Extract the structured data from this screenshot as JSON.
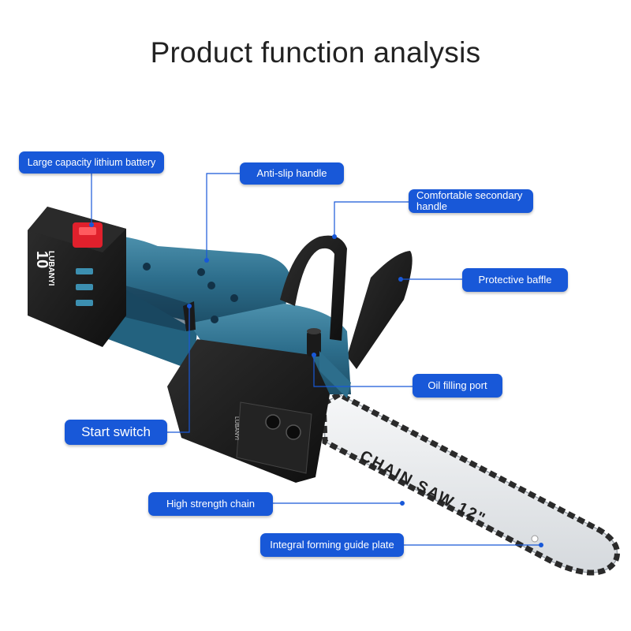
{
  "title": "Product function analysis",
  "callouts": {
    "battery": "Large capacity lithium battery",
    "anti_slip": "Anti-slip handle",
    "secondary": "Comfortable secondary handle",
    "baffle": "Protective baffle",
    "oil": "Oil filling port",
    "start": "Start switch",
    "chain": "High strength chain",
    "guide": "Integral forming guide plate"
  },
  "product": {
    "bar_print": "CHAIN SAW 12\"",
    "battery_print_main": "10",
    "battery_print_sub": "LUBANYI"
  },
  "colors": {
    "accent": "#1858d8",
    "body_teal": "#2d6e8c",
    "black": "#1a1a1a",
    "red_latch": "#e0202c",
    "bar_silver": "#e9ecef"
  }
}
